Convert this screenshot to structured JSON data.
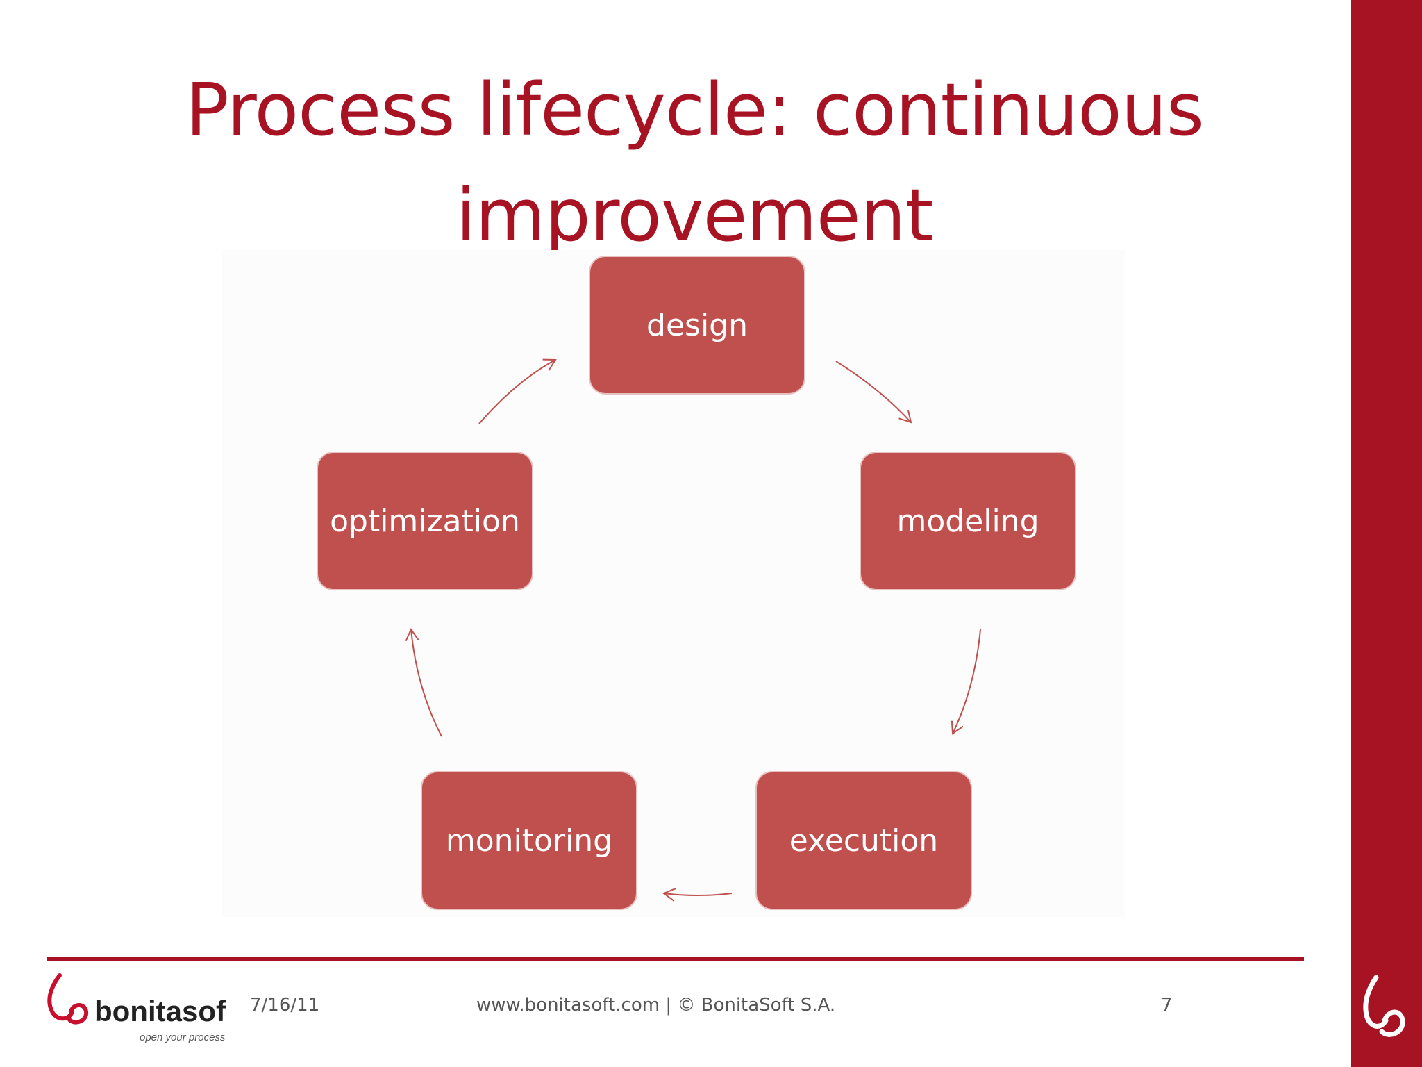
{
  "slide": {
    "title": "Process lifecycle: continuous improvement",
    "accent_color": "#a81324",
    "node_color": "#c0504d"
  },
  "diagram": {
    "nodes": [
      "design",
      "modeling",
      "execution",
      "monitoring",
      "optimization"
    ],
    "flow": "cycle-clockwise"
  },
  "footer": {
    "date": "7/16/11",
    "copyright": "www.bonitasoft.com | © BonitaSoft S.A.",
    "page_number": "7",
    "logo_text": "bonitasoft",
    "logo_tagline": "open your processes"
  },
  "icons": {
    "brand_logo": "bonitasoft-logo-icon",
    "side_logo": "bonitasoft-mark-icon"
  }
}
